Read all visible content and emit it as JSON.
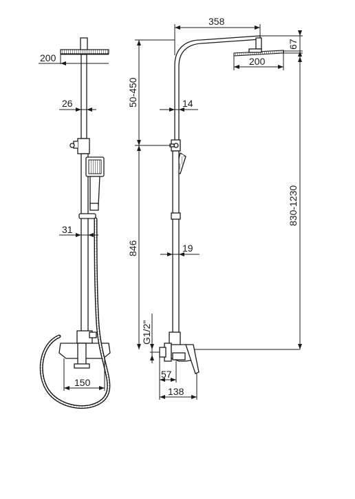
{
  "front_view": {
    "head_width": "200",
    "pipe_upper_diameter": "26",
    "pipe_lower_diameter": "31",
    "mixer_width": "150"
  },
  "side_view": {
    "arm_reach": "358",
    "head_thickness": "67",
    "head_width": "200",
    "height_adjust": "50-450",
    "upper_pipe_diameter": "14",
    "lower_pipe_diameter": "19",
    "lower_height": "846",
    "total_height": "830-1230",
    "thread": "G1/2\"",
    "outlet_depth": "57",
    "mixer_depth": "138"
  }
}
